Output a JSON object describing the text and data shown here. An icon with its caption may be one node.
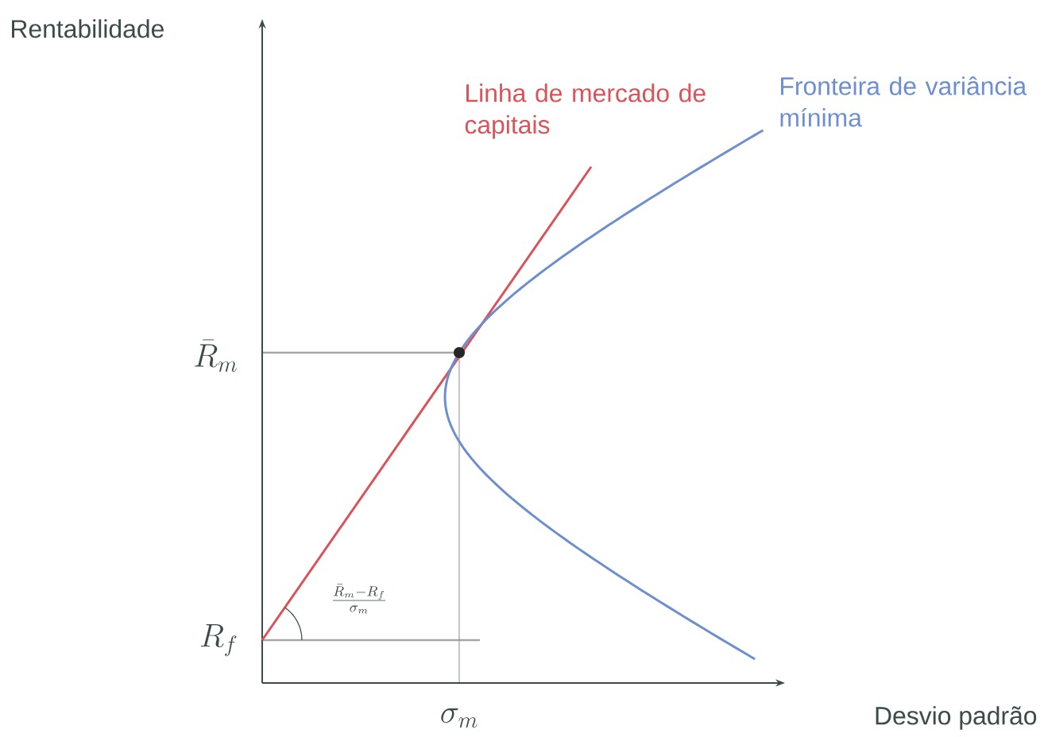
{
  "diagram": {
    "labels": [
      "Rentabilidade",
      "Linha de mercado de capitais",
      "Fronteira de variância mínima",
      "\\bar{R}_m",
      "\\frac{\\bar{R}_m-R_f}{\\sigma_m}",
      "R_f",
      "\\sigma_m",
      "Desvio padrão"
    ]
  }
}
